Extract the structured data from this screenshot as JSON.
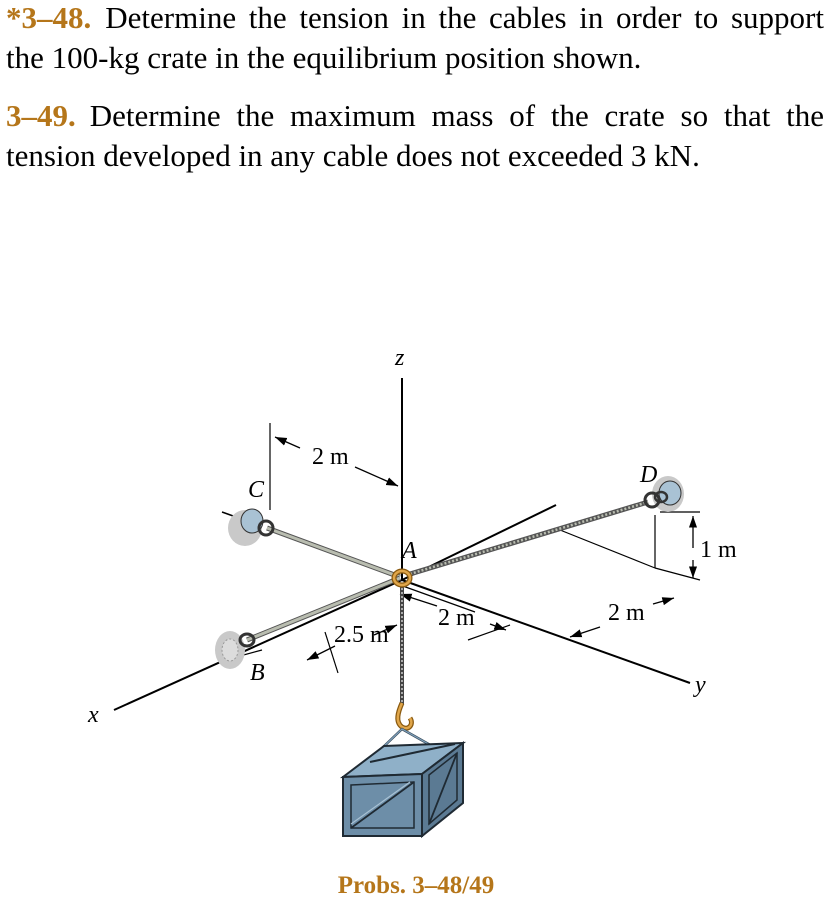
{
  "problems": [
    {
      "number": "*3–48.",
      "text": "Determine the tension in the cables in order to support the 100-kg crate in the equilibrium position shown."
    },
    {
      "number": "3–49.",
      "text": "Determine the maximum mass of the crate so that the tension developed in any cable does not exceeded 3 kN."
    }
  ],
  "figure": {
    "axis_labels": {
      "x": "x",
      "y": "y",
      "z": "z"
    },
    "point_labels": {
      "A": "A",
      "B": "B",
      "C": "C",
      "D": "D"
    },
    "dimensions": {
      "top_2m": "2 m",
      "left_2_5m": "2.5 m",
      "mid_2m": "2 m",
      "right_2m": "2 m",
      "height_1m": "1 m"
    },
    "caption": "Probs. 3–48/49",
    "colors": {
      "accent": "#b5761a",
      "cable": "#8e9486",
      "crate": "#6d8ea8",
      "anchor": "#a9c2d4"
    }
  }
}
